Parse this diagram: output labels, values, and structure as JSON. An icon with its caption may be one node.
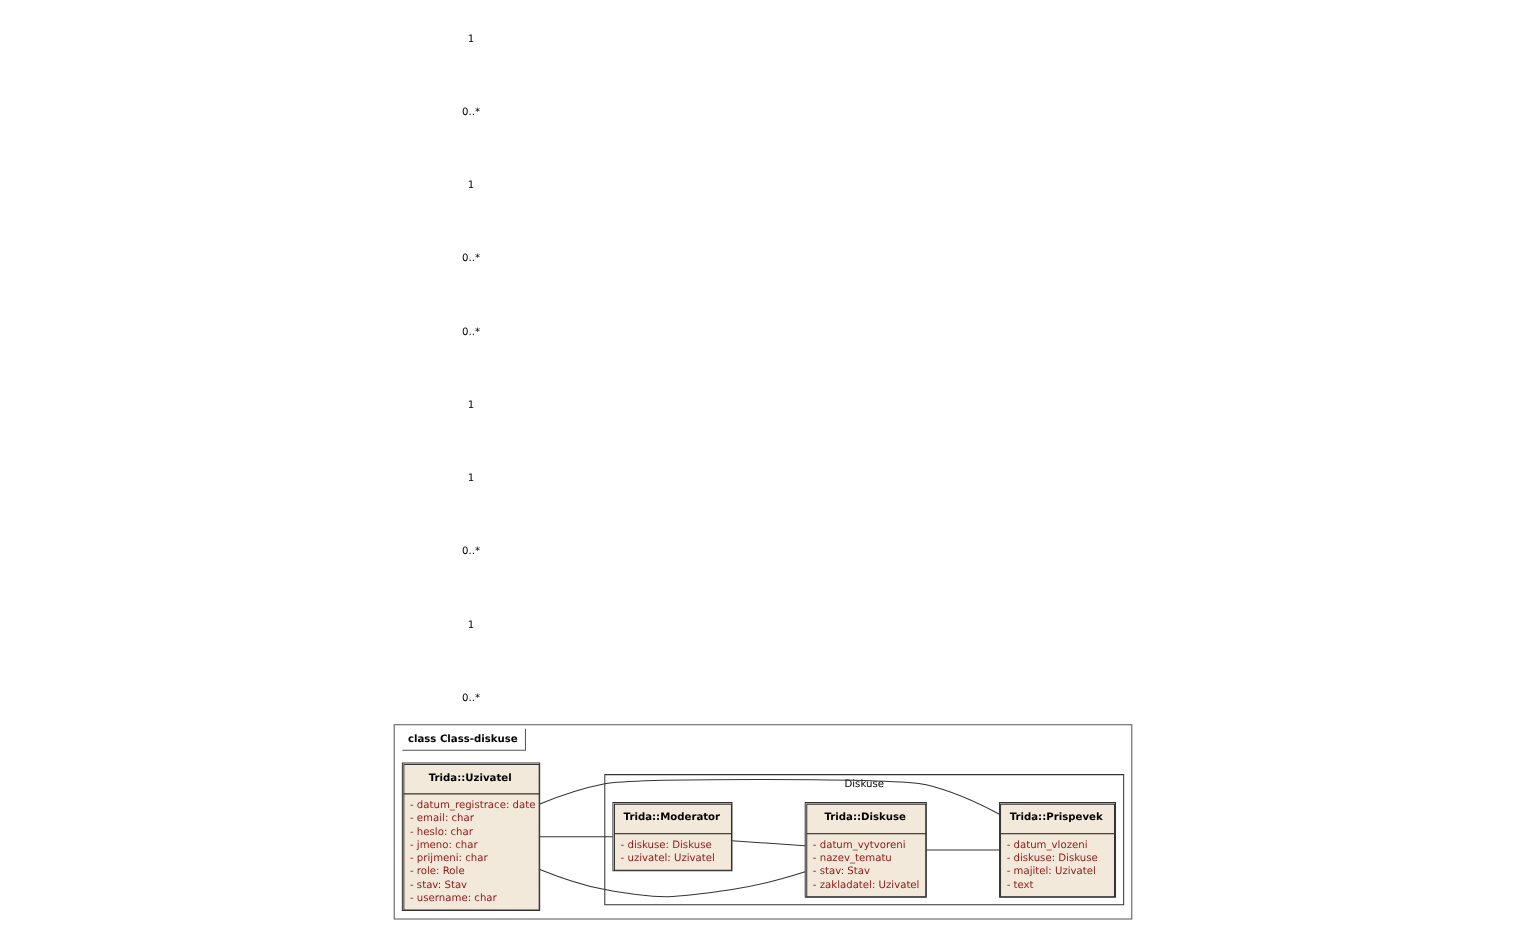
{
  "diagram": {
    "nodes": [
      {
        "text": [
          "class Class-diskuse"
        ]
      },
      {
        "text": [
          "Trida::Uzivatel",
          "- datum_registrace: date",
          "- email: char",
          "- heslo: char",
          "- jmeno: char",
          "- prijmeni: char",
          "- role: Role",
          "- stav: Stav",
          "- username: char"
        ],
        "in": 0
      },
      {
        "text": [
          "Diskuse"
        ],
        "in": 0
      },
      {
        "text": [
          "Trida::Diskuse",
          "- datum_vytvoreni",
          "- nazev_tematu",
          "- stav: Stav",
          "- zakladatel: Uzivatel"
        ],
        "in": 2
      },
      {
        "text": [
          "Trida::Moderator",
          "- diskuse: Diskuse",
          "- uzivatel: Uzivatel"
        ],
        "in": 2
      },
      {
        "text": [
          "Trida::Prispevek",
          "- datum_vlozeni",
          "- diskuse: Diskuse",
          "- majitel: Uzivatel",
          "- text"
        ],
        "in": 2
      }
    ],
    "edges": [
      {
        "from": 1,
        "to": 3,
        "arrow": "none"
      },
      {
        "from": 1,
        "to": 4,
        "arrow": "none"
      },
      {
        "from": 4,
        "to": 3,
        "arrow": "none"
      },
      {
        "from": 3,
        "to": 5,
        "arrow": "none"
      },
      {
        "from": 1,
        "to": 5,
        "arrow": "none"
      }
    ],
    "labels": [
      "1",
      "0..*",
      "1",
      "0..*",
      "0..*",
      "1",
      "1",
      "0..*",
      "1",
      "0..*"
    ]
  }
}
